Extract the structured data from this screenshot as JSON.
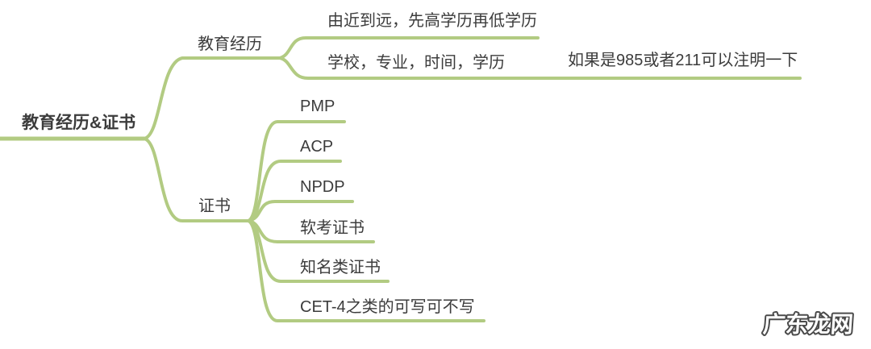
{
  "theme": {
    "branch_color": "#b2cb82",
    "text_color": "#3c3c3c",
    "background_color": "#ffffff",
    "watermark_fill": "#ffffff",
    "watermark_outline": "#4a4a4a"
  },
  "mindmap": {
    "root": {
      "label": "教育经历&证书"
    },
    "branches": [
      {
        "label": "教育经历",
        "children": [
          {
            "label": "由近到远，先高学历再低学历"
          },
          {
            "label": "学校，专业，时间，学历",
            "children": [
              {
                "label": "如果是985或者211可以注明一下"
              }
            ]
          }
        ]
      },
      {
        "label": "证书",
        "children": [
          {
            "label": "PMP"
          },
          {
            "label": "ACP"
          },
          {
            "label": "NPDP"
          },
          {
            "label": "软考证书"
          },
          {
            "label": "知名类证书"
          },
          {
            "label": "CET-4之类的可写可不写"
          }
        ]
      }
    ]
  },
  "watermark": {
    "text": "广东龙网"
  }
}
